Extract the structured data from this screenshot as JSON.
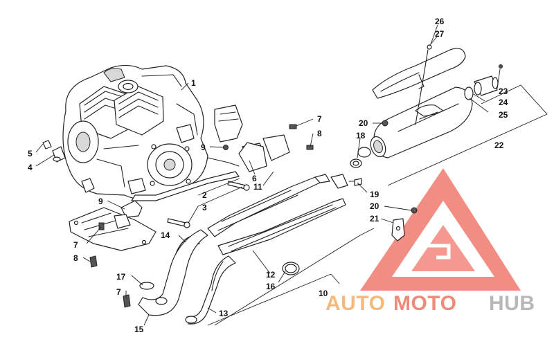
{
  "callouts": [
    {
      "id": "c1",
      "text": "1"
    },
    {
      "id": "c2",
      "text": "2"
    },
    {
      "id": "c3",
      "text": "3"
    },
    {
      "id": "c4",
      "text": "4"
    },
    {
      "id": "c5",
      "text": "5"
    },
    {
      "id": "c6",
      "text": "6"
    },
    {
      "id": "c7a",
      "text": "7"
    },
    {
      "id": "c7b",
      "text": "7"
    },
    {
      "id": "c7c",
      "text": "7"
    },
    {
      "id": "c8a",
      "text": "8"
    },
    {
      "id": "c8b",
      "text": "8"
    },
    {
      "id": "c9a",
      "text": "9"
    },
    {
      "id": "c9b",
      "text": "9"
    },
    {
      "id": "c10",
      "text": "10"
    },
    {
      "id": "c11",
      "text": "11"
    },
    {
      "id": "c12",
      "text": "12"
    },
    {
      "id": "c13",
      "text": "13"
    },
    {
      "id": "c14",
      "text": "14"
    },
    {
      "id": "c15",
      "text": "15"
    },
    {
      "id": "c16",
      "text": "16"
    },
    {
      "id": "c17",
      "text": "17"
    },
    {
      "id": "c18",
      "text": "18"
    },
    {
      "id": "c19",
      "text": "19"
    },
    {
      "id": "c20a",
      "text": "20"
    },
    {
      "id": "c20b",
      "text": "20"
    },
    {
      "id": "c21",
      "text": "21"
    },
    {
      "id": "c22",
      "text": "22"
    },
    {
      "id": "c23",
      "text": "23"
    },
    {
      "id": "c24",
      "text": "24"
    },
    {
      "id": "c25",
      "text": "25"
    },
    {
      "id": "c26",
      "text": "26"
    },
    {
      "id": "c27",
      "text": "27"
    }
  ],
  "watermark": {
    "part1": "AUTO",
    "part2": "MOTO",
    "part3": "HUB",
    "color_auto": "#f5b97a",
    "color_moto": "#f08b7a",
    "color_hub": "#b8b8b8",
    "logo_color": "#f07a6e"
  }
}
